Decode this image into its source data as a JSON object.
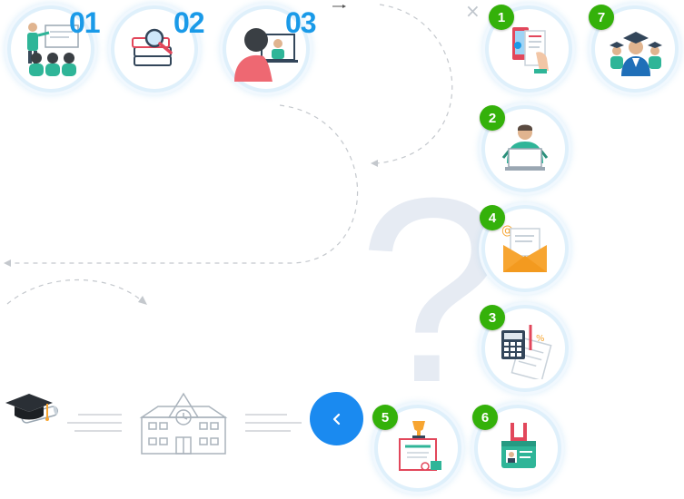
{
  "steps_top": [
    {
      "number": "01",
      "icon": "presentation-icon"
    },
    {
      "number": "02",
      "icon": "magnifier-books-icon"
    },
    {
      "number": "03",
      "icon": "video-call-icon"
    }
  ],
  "close_label": "×",
  "question_mark": "?",
  "numbered_items": [
    {
      "badge": "1",
      "icon": "website-tablet-icon"
    },
    {
      "badge": "7",
      "icon": "graduates-icon"
    },
    {
      "badge": "2",
      "icon": "laptop-student-icon"
    },
    {
      "badge": "4",
      "icon": "envelope-email-icon"
    },
    {
      "badge": "3",
      "icon": "calculator-documents-icon"
    },
    {
      "badge": "5",
      "icon": "certificate-icon"
    },
    {
      "badge": "6",
      "icon": "id-badge-icon"
    }
  ],
  "back_button": {
    "label": "‹",
    "icon": "chevron-left-icon"
  },
  "bottom_icons": [
    "graduation-cap-diploma-icon",
    "school-building-icon"
  ],
  "colors": {
    "accent": "#1a9ae8",
    "badge": "#34b10a",
    "button": "#1a8af0",
    "ring": "#dff0fb"
  }
}
